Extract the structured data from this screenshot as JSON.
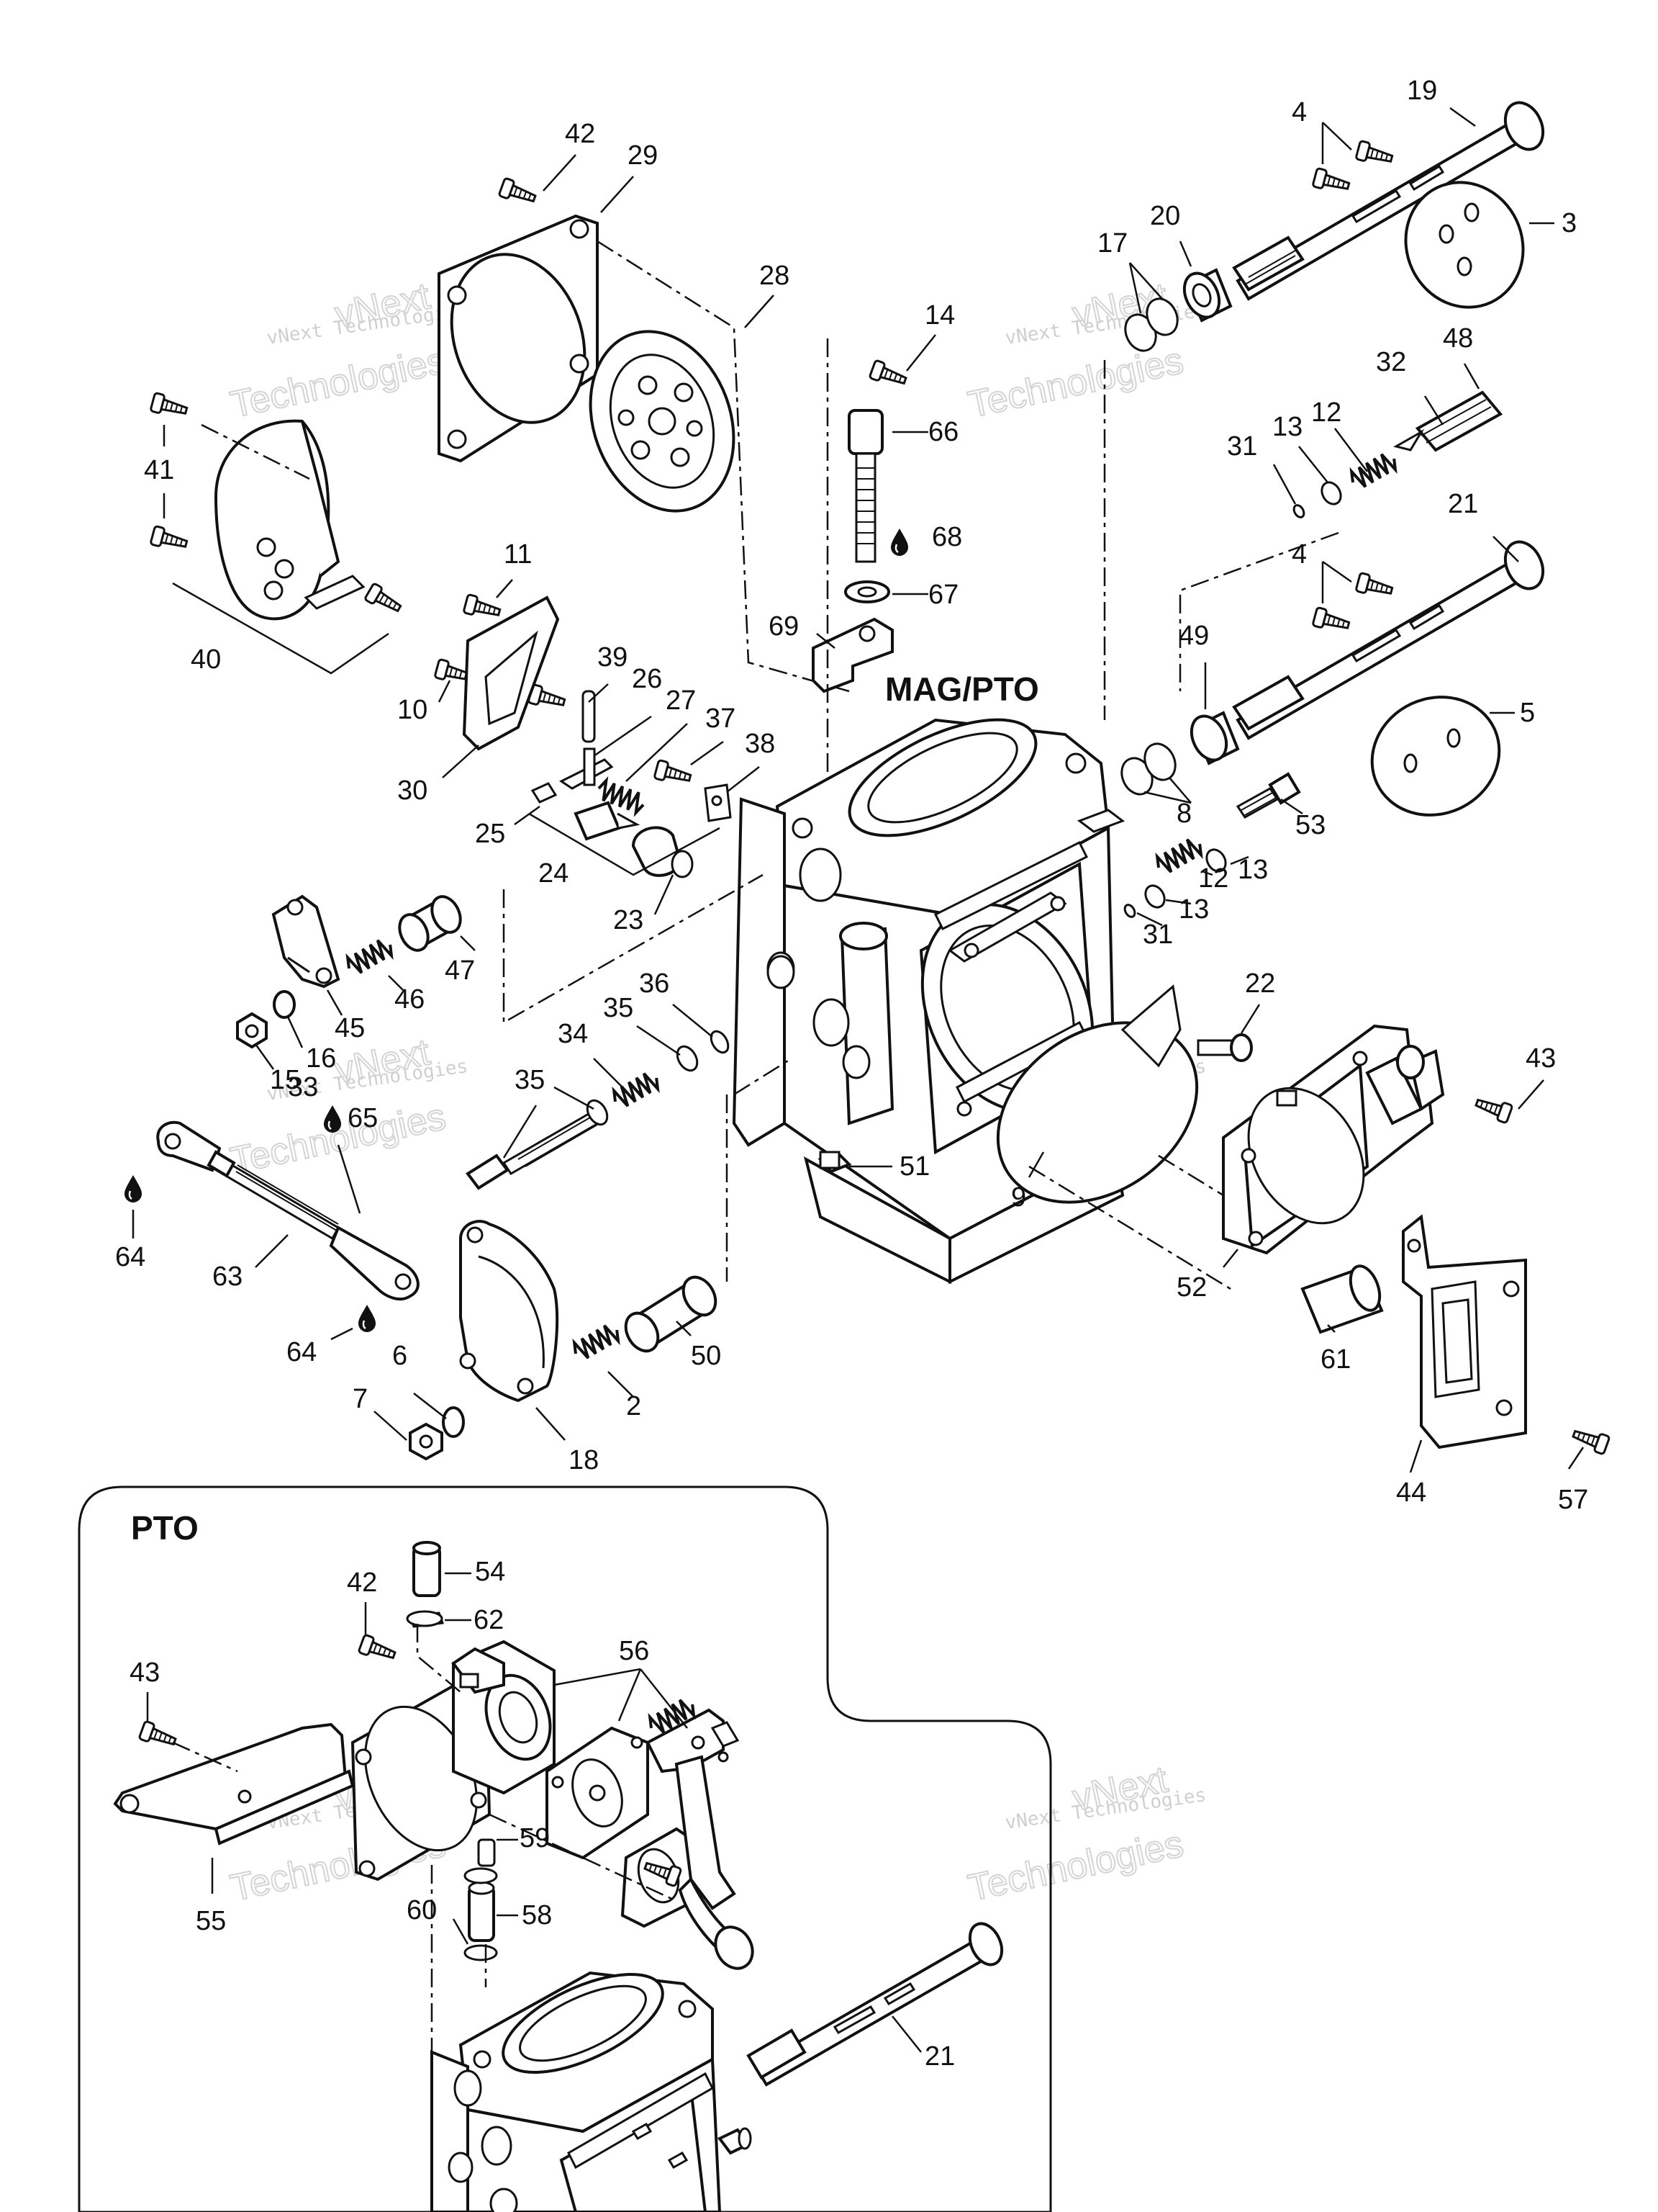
{
  "sections": {
    "main_title": "MAG/PTO",
    "inset_title": "PTO"
  },
  "watermark": {
    "line1": "vNext Technologies",
    "outline_word1": "vNext",
    "outline_word2": "Technologies"
  },
  "callouts": {
    "c42a": "42",
    "c29": "29",
    "c28": "28",
    "c41": "41",
    "c40": "40",
    "c11": "11",
    "c10": "10",
    "c30": "30",
    "c39": "39",
    "c26": "26",
    "c27": "27",
    "c37": "37",
    "c38": "38",
    "c25": "25",
    "c24": "24",
    "c23": "23",
    "c14": "14",
    "c66": "66",
    "c68": "68",
    "c67": "67",
    "c69": "69",
    "c4a": "4",
    "c19": "19",
    "c3": "3",
    "c20": "20",
    "c17": "17",
    "c48": "48",
    "c32": "32",
    "c12a": "12",
    "c13a": "13",
    "c31a": "31",
    "c21a": "21",
    "c4b": "4",
    "c49": "49",
    "c5": "5",
    "c8": "8",
    "c53": "53",
    "c13b": "13",
    "c12b": "12",
    "c13c": "13",
    "c31b": "31",
    "c47": "47",
    "c46": "46",
    "c45": "45",
    "c16": "16",
    "c15": "15",
    "c33": "33",
    "c65": "65",
    "c35a": "35",
    "c34": "34",
    "c35b": "35",
    "c36": "36",
    "c22": "22",
    "c43a": "43",
    "c51": "51",
    "c9": "9",
    "c52": "52",
    "c64a": "64",
    "c63": "63",
    "c64b": "64",
    "c7": "7",
    "c6": "6",
    "c18": "18",
    "c2": "2",
    "c50": "50",
    "c61": "61",
    "c44": "44",
    "c57": "57",
    "c54": "54",
    "c42b": "42",
    "c62": "62",
    "c56": "56",
    "c43b": "43",
    "c59": "59",
    "c55": "55",
    "c60": "60",
    "c58": "58",
    "c21b": "21"
  },
  "icons": [
    "oil-drop-icon"
  ]
}
